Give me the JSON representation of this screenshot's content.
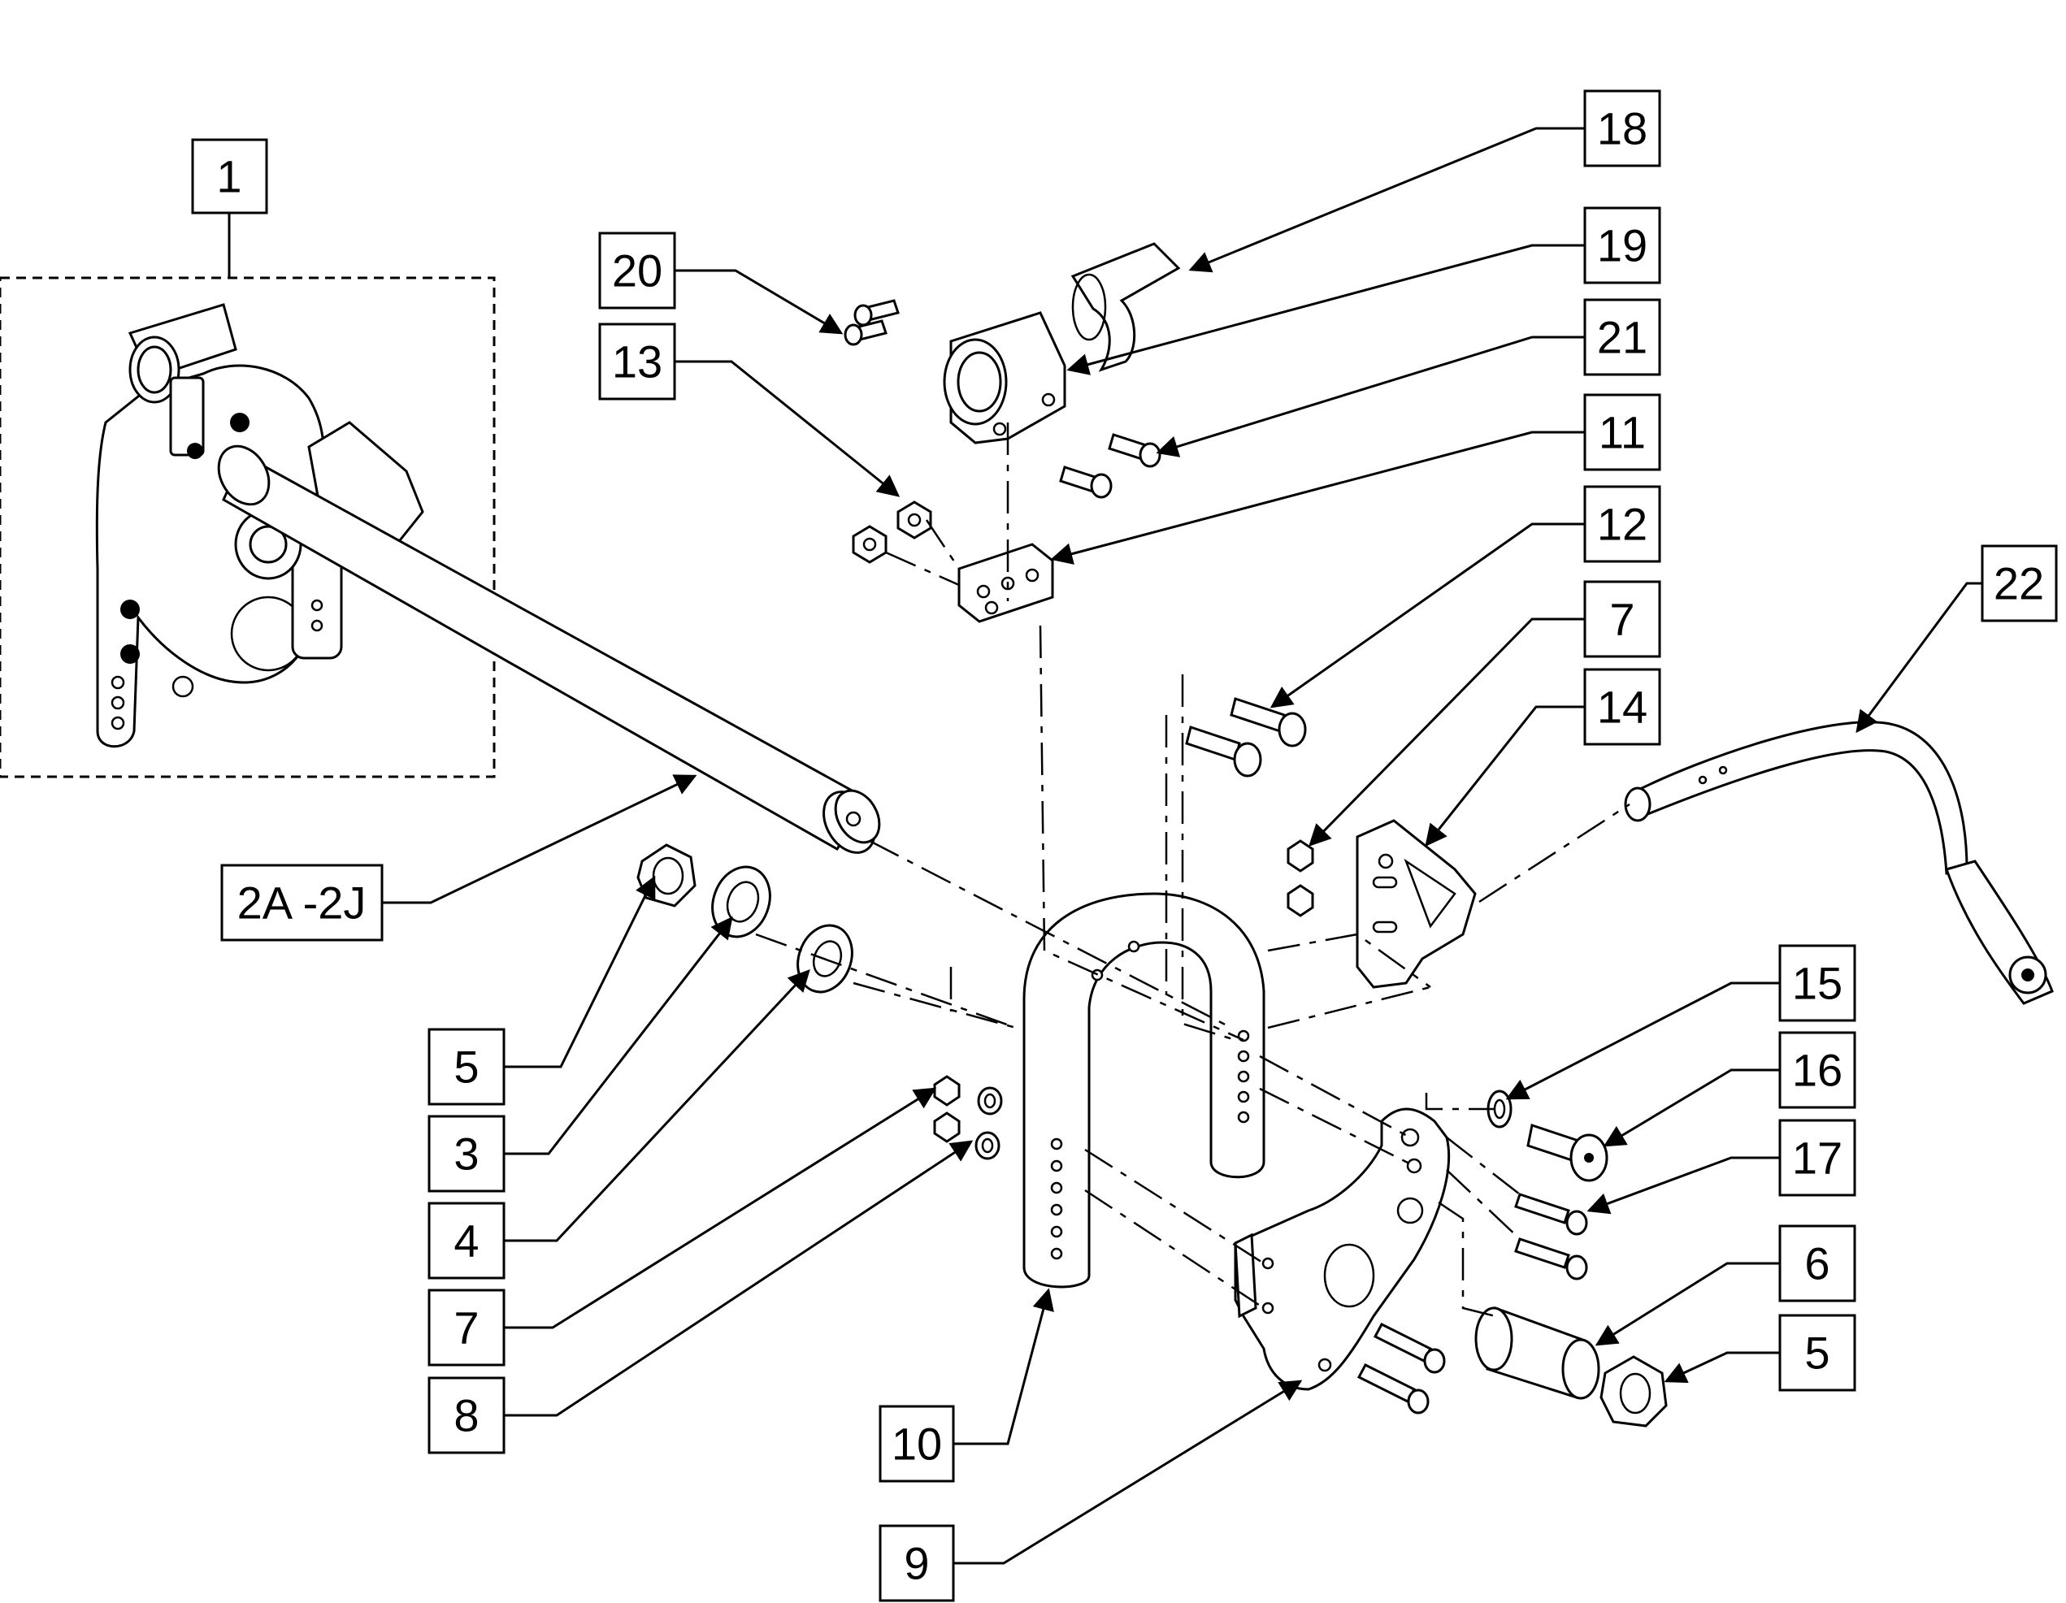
{
  "callouts": [
    {
      "id": "1",
      "label": "1"
    },
    {
      "id": "2",
      "label": "2A -2J"
    },
    {
      "id": "3",
      "label": "3"
    },
    {
      "id": "4",
      "label": "4"
    },
    {
      "id": "5a",
      "label": "5"
    },
    {
      "id": "5b",
      "label": "5"
    },
    {
      "id": "6",
      "label": "6"
    },
    {
      "id": "7a",
      "label": "7"
    },
    {
      "id": "7b",
      "label": "7"
    },
    {
      "id": "8",
      "label": "8"
    },
    {
      "id": "9",
      "label": "9"
    },
    {
      "id": "10",
      "label": "10"
    },
    {
      "id": "11",
      "label": "11"
    },
    {
      "id": "12",
      "label": "12"
    },
    {
      "id": "13",
      "label": "13"
    },
    {
      "id": "14",
      "label": "14"
    },
    {
      "id": "15",
      "label": "15"
    },
    {
      "id": "16",
      "label": "16"
    },
    {
      "id": "17",
      "label": "17"
    },
    {
      "id": "18",
      "label": "18"
    },
    {
      "id": "19",
      "label": "19"
    },
    {
      "id": "20",
      "label": "20"
    },
    {
      "id": "21",
      "label": "21"
    },
    {
      "id": "22",
      "label": "22"
    }
  ]
}
